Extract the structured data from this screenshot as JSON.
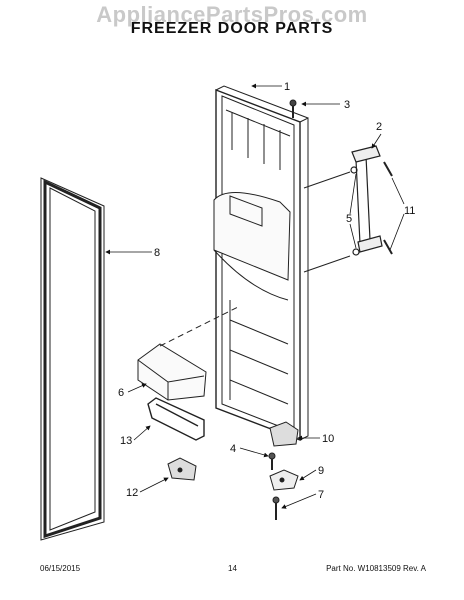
{
  "header": {
    "watermark": "AppliancePartsPros.com",
    "title": "FREEZER DOOR PARTS"
  },
  "callouts": {
    "c1": "1",
    "c2": "2",
    "c3": "3",
    "c4": "4",
    "c5": "5",
    "c6": "6",
    "c7": "7",
    "c8": "8",
    "c9": "9",
    "c10": "10",
    "c11": "11",
    "c12": "12",
    "c13": "13"
  },
  "footer": {
    "date": "06/15/2015",
    "page": "14",
    "part_info": "Part No. W10813509  Rev. A"
  }
}
